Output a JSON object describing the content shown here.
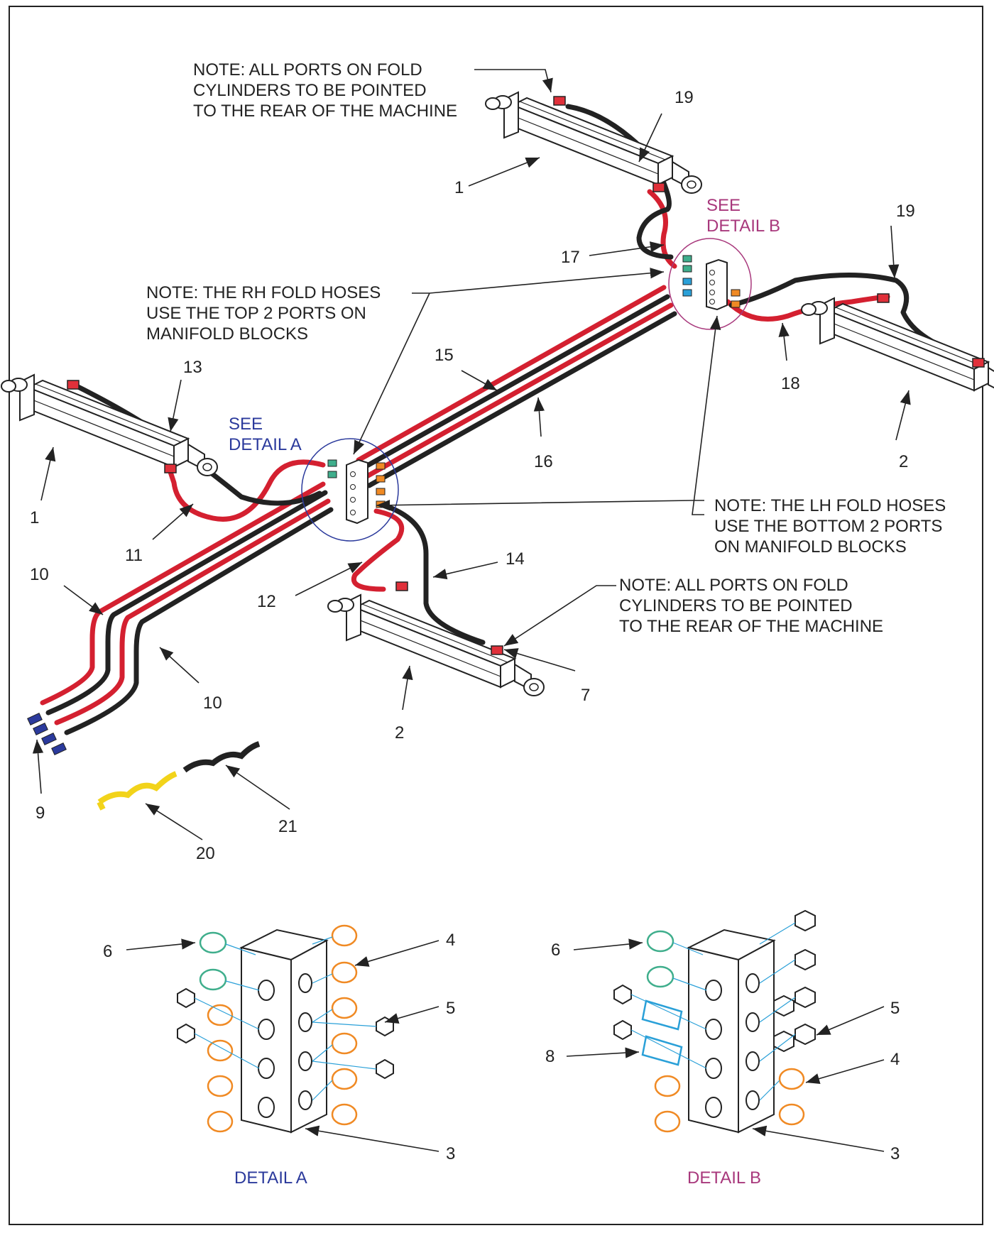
{
  "notes": {
    "fold_ports_top": [
      "NOTE: ALL PORTS ON FOLD",
      "CYLINDERS TO BE POINTED",
      "TO THE REAR OF THE MACHINE"
    ],
    "rh_fold": [
      "NOTE: THE RH FOLD HOSES",
      "USE THE TOP 2 PORTS ON",
      "MANIFOLD BLOCKS"
    ],
    "lh_fold": [
      "NOTE: THE LH FOLD HOSES",
      "USE THE BOTTOM  2 PORTS",
      "ON MANIFOLD BLOCKS"
    ],
    "fold_ports_bottom": [
      "NOTE: ALL PORTS ON FOLD",
      "CYLINDERS TO BE POINTED",
      "TO THE REAR OF THE MACHINE"
    ]
  },
  "see_detail": {
    "a": [
      "SEE",
      "DETAIL A"
    ],
    "b": [
      "SEE",
      "DETAIL B"
    ]
  },
  "detail_titles": {
    "a": "DETAIL A",
    "b": "DETAIL B"
  },
  "callouts": {
    "c19_top": "19",
    "c1_top": "1",
    "c17": "17",
    "c19_right": "19",
    "c18": "18",
    "c2_right": "2",
    "c13": "13",
    "c15": "15",
    "c16": "16",
    "c1_left": "1",
    "c11": "11",
    "c14": "14",
    "c12": "12",
    "c10_upper": "10",
    "c10_lower": "10",
    "c2_bottom": "2",
    "c7": "7",
    "c9": "9",
    "c20": "20",
    "c21": "21",
    "a6": "6",
    "a4": "4",
    "a5": "5",
    "a3": "3",
    "b6": "6",
    "b8": "8",
    "b5": "5",
    "b4": "4",
    "b3": "3"
  },
  "colors": {
    "hose_red": "#d42030",
    "hose_black": "#222222",
    "fitting_orange": "#f08a24",
    "fitting_green": "#3fae8c",
    "fitting_blue": "#2aa0d8",
    "fitting_navy": "#2b3a9c",
    "fitting_red": "#e0303a",
    "detail_a": "#2b3a9c",
    "detail_b": "#a8387c",
    "spiral_yellow": "#f2d31a"
  }
}
